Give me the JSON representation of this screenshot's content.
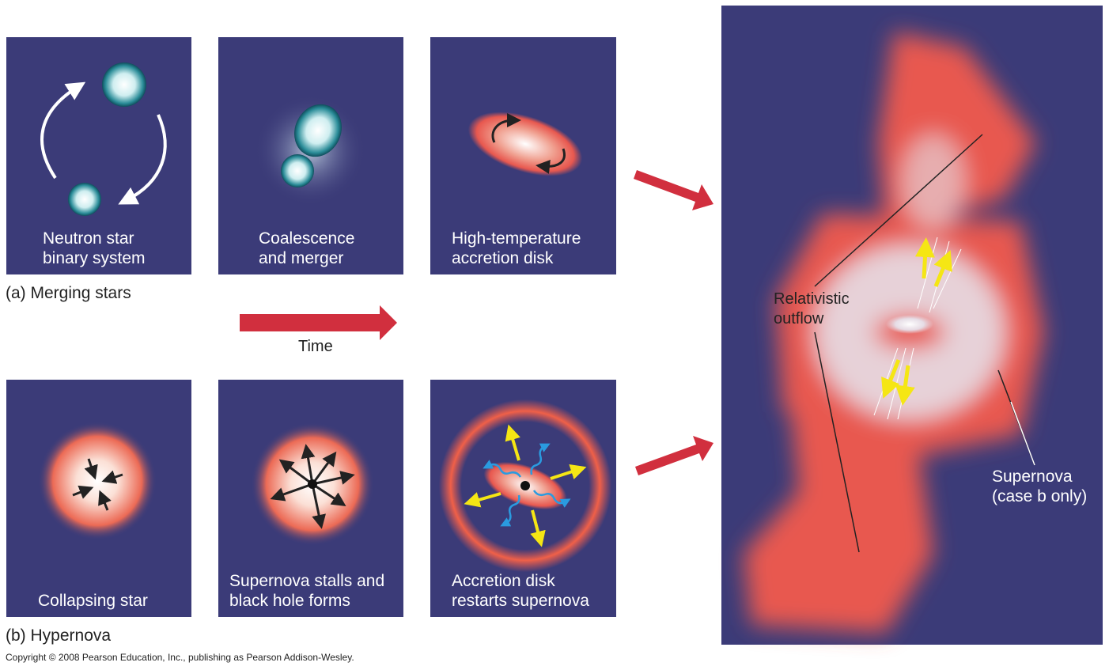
{
  "colors": {
    "panel": "#3b3b78",
    "red_arrow": "#d12f3e",
    "glow": "#e8584f",
    "yellow": "#f5e614",
    "blue": "#2a9be0"
  },
  "merging": {
    "caption": "(a) Merging stars",
    "panels": [
      {
        "line1": "Neutron star",
        "line2": "binary system"
      },
      {
        "line1": "Coalescence",
        "line2": "and merger"
      },
      {
        "line1": "High-temperature",
        "line2": "accretion disk"
      }
    ]
  },
  "time_label": "Time",
  "hypernova": {
    "caption": "(b) Hypernova",
    "panels": [
      {
        "line1": "Collapsing star"
      },
      {
        "line1": "Supernova stalls and",
        "line2": "black hole forms"
      },
      {
        "line1": "Accretion disk",
        "line2": "restarts supernova"
      }
    ]
  },
  "result": {
    "outflow_line1": "Relativistic",
    "outflow_line2": "outflow",
    "supernova_line1": "Supernova",
    "supernova_line2": "(case b only)"
  },
  "copyright": "Copyright © 2008 Pearson Education, Inc., publishing as Pearson Addison-Wesley."
}
